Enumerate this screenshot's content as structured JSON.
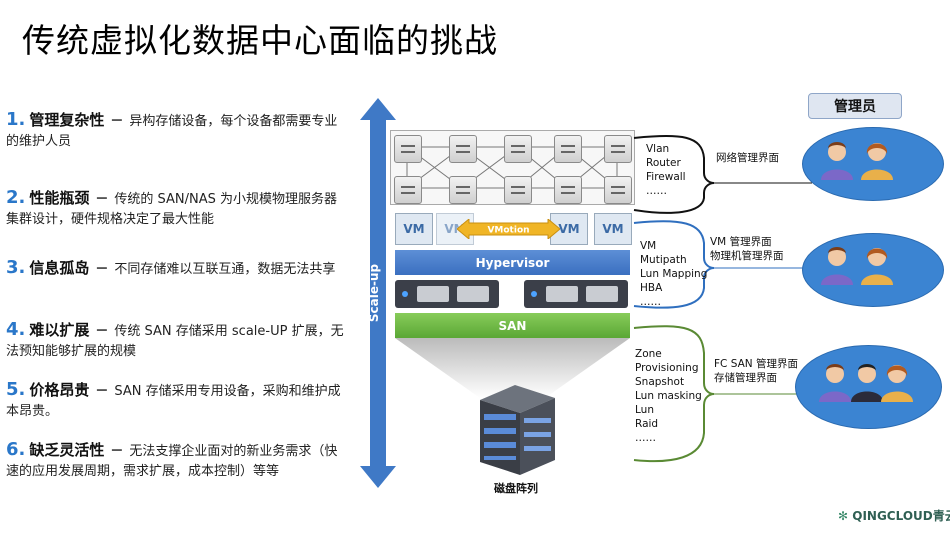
{
  "title": "传统虚拟化数据中心面临的挑战",
  "challenges": [
    {
      "num": "1.",
      "head": "管理复杂性",
      "dash": "－",
      "desc": "异构存储设备，每个设备都需要专业的维护人员"
    },
    {
      "num": "2.",
      "head": "性能瓶颈",
      "dash": "－",
      "desc": "传统的 SAN/NAS 为小规模物理服务器集群设计，硬件规格决定了最大性能"
    },
    {
      "num": "3.",
      "head": "信息孤岛",
      "dash": "－",
      "desc": "不同存储难以互联互通，数据无法共享"
    },
    {
      "num": "4.",
      "head": "难以扩展",
      "dash": "－",
      "desc": "传统 SAN 存储采用 scale-UP 扩展，无法预知能够扩展的规模"
    },
    {
      "num": "5.",
      "head": "价格昂贵",
      "dash": "－",
      "desc": "SAN 存储采用专用设备，采购和维护成本昂贵。"
    },
    {
      "num": "6.",
      "head": "缺乏灵活性",
      "dash": "－",
      "desc": "无法支撑企业面对的新业务需求（快速的应用发展周期，需求扩展，成本控制）等等"
    }
  ],
  "diagram": {
    "scale_label": "Scale-up",
    "vm_label": "VM",
    "vmotion_label": "VMotion",
    "hypervisor_label": "Hypervisor",
    "san_label": "SAN",
    "disk_array_label": "磁盘阵列",
    "network_items": [
      "Vlan",
      "Router",
      "Firewall",
      "……"
    ],
    "vm_items": [
      "VM",
      "Mutipath",
      "Lun Mapping",
      "HBA",
      "……"
    ],
    "san_items": [
      "Zone",
      "Provisioning",
      "Snapshot",
      "Lun masking",
      "Lun",
      "Raid",
      "……"
    ],
    "network_ui": "网络管理界面",
    "vm_ui_line1": "VM 管理界面",
    "vm_ui_line2": "物理机管理界面",
    "san_ui_line1": "FC SAN  管理界面",
    "san_ui_line2": "存储管理界面",
    "admin_label": "管理员"
  },
  "logo": "QINGCLOUD青云",
  "colors": {
    "accent_blue": "#2a77c9",
    "hypervisor": "#3a6fc0",
    "san": "#5aa735",
    "ellipse": "#3b84d2"
  }
}
